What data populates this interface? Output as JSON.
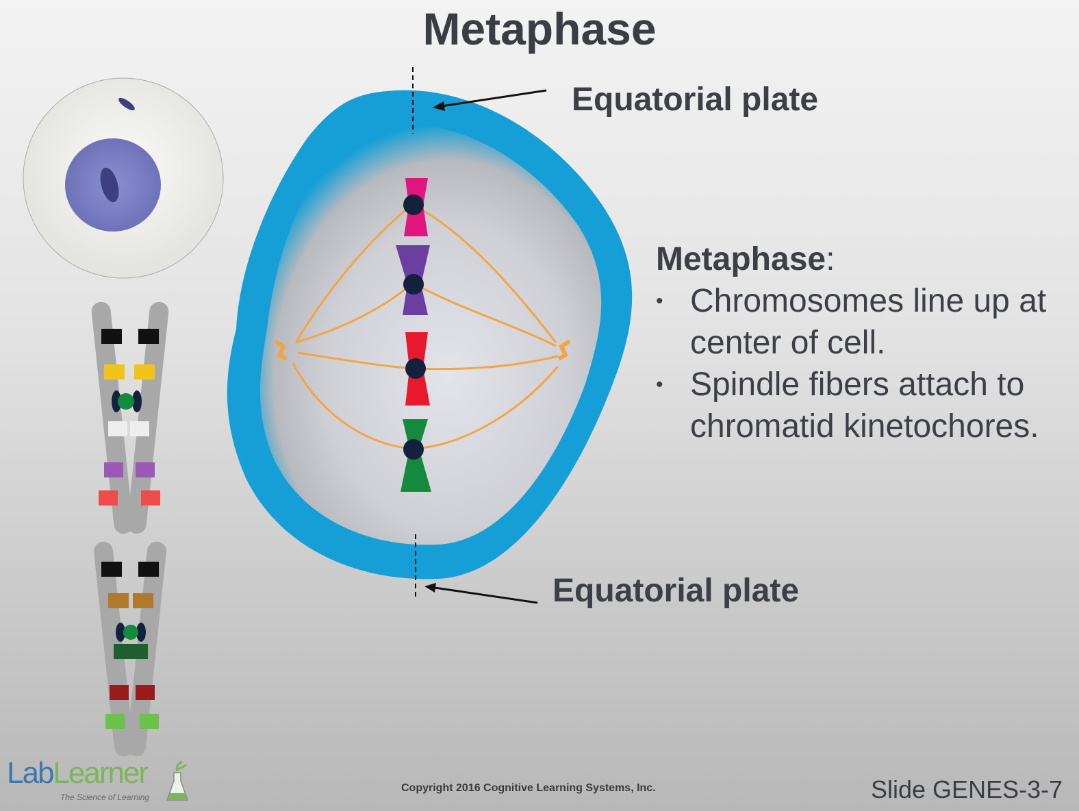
{
  "title": "Metaphase",
  "labels": {
    "equatorial_top": "Equatorial plate",
    "equatorial_bottom": "Equatorial plate"
  },
  "description": {
    "heading": "Metaphase",
    "colon": ":",
    "bullets": [
      "Chromosomes line up at center of cell.",
      "Spindle fibers attach to chromatid kinetochores."
    ]
  },
  "footer": {
    "logo_lab": "Lab",
    "logo_learner": "Learner",
    "logo_tagline": "The Science of Learning",
    "copyright": "Copyright 2016 Cognitive Learning Systems, Inc.",
    "slide_number": "Slide GENES-3-7"
  },
  "colors": {
    "cell_membrane": "#159fd6",
    "spindle": "#f4a442",
    "chromosome_1": "#e0157f",
    "chromosome_2": "#6b3fa0",
    "chromosome_3": "#e8192c",
    "chromosome_4": "#148a3e",
    "centromere": "#14213d"
  }
}
